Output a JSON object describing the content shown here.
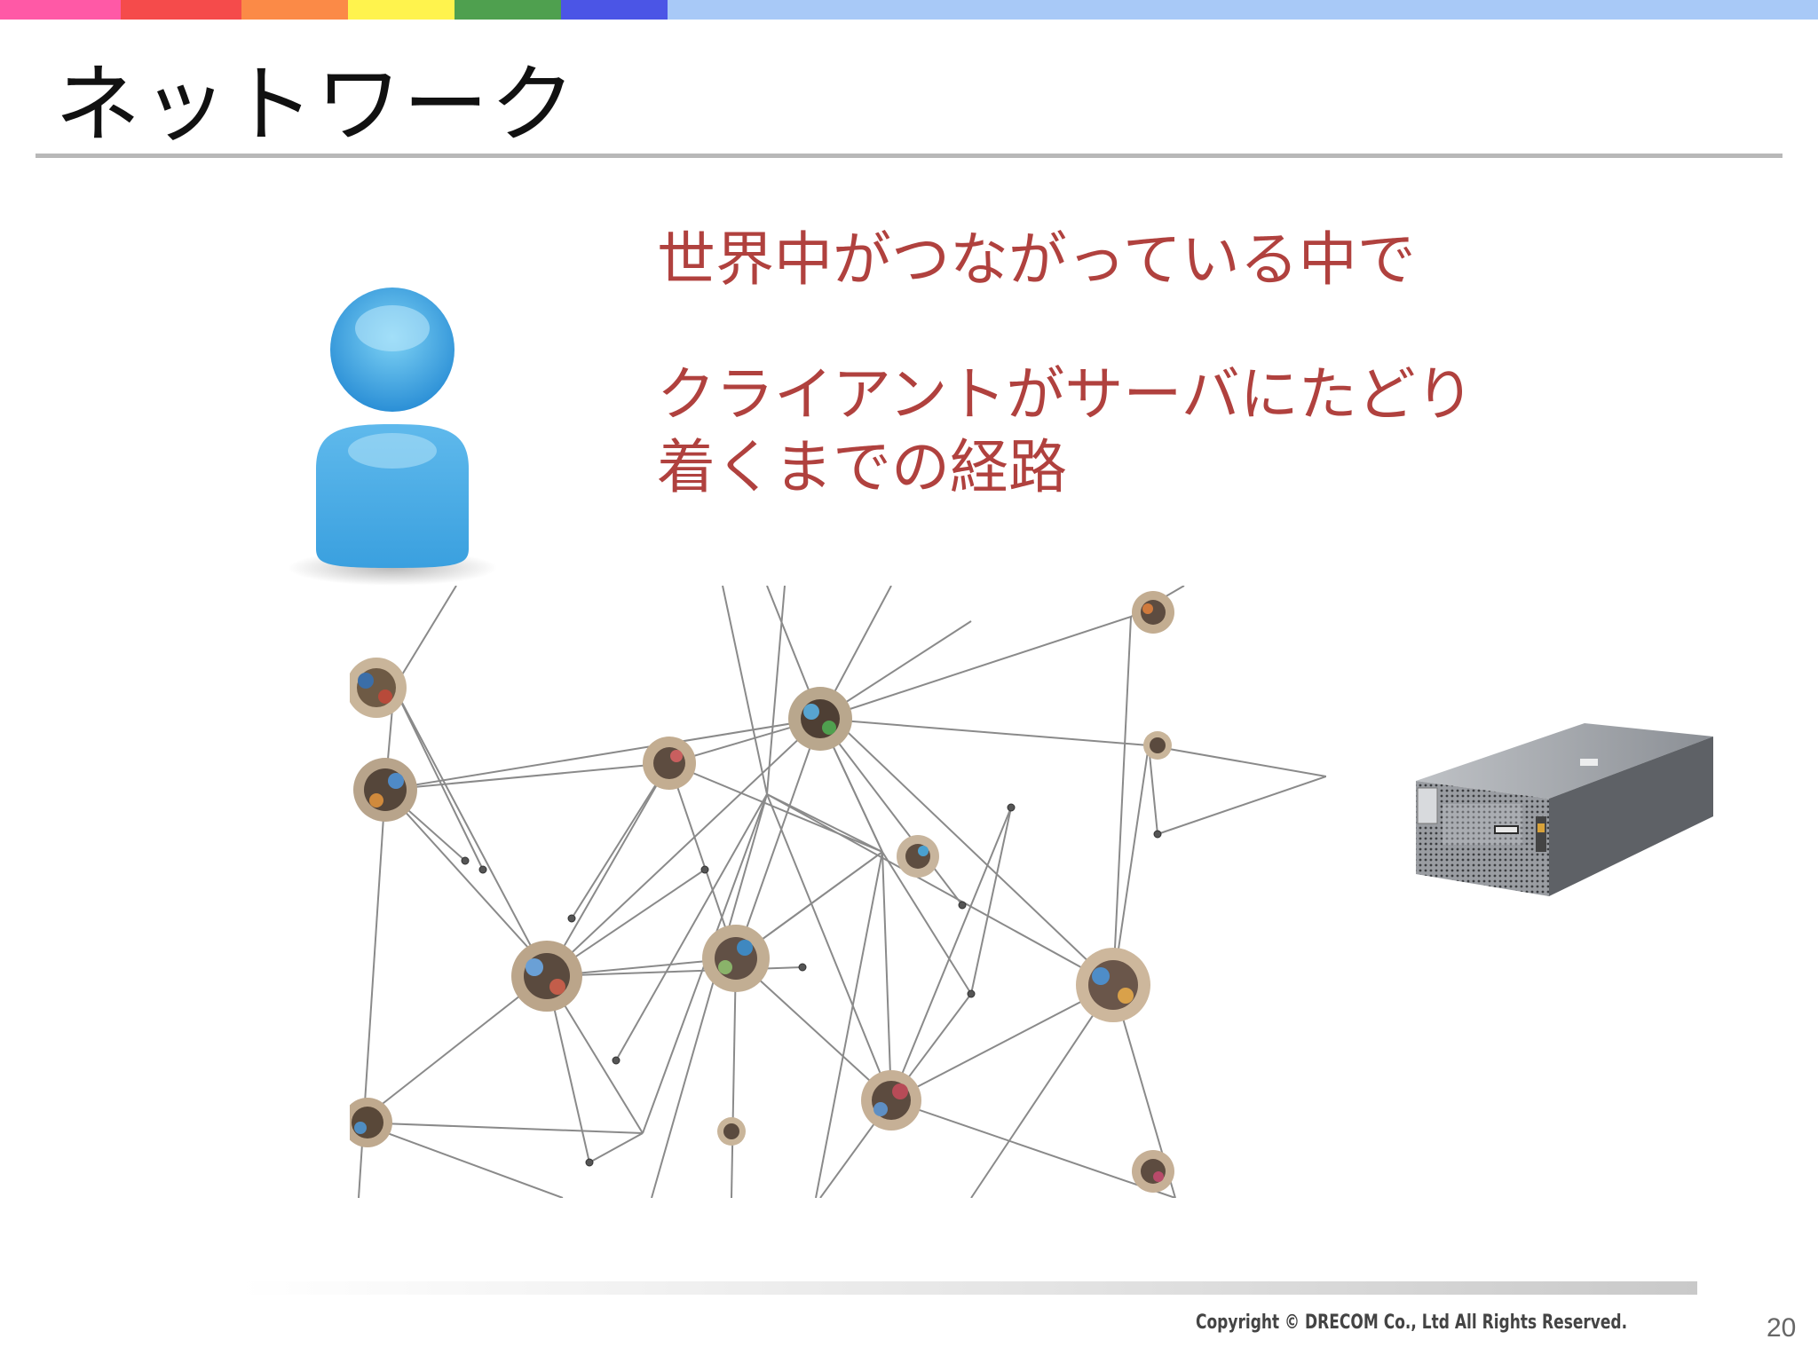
{
  "header": {
    "color_bar": [
      "#ff59a6",
      "#f54b4b",
      "#fb8a47",
      "#fff34d",
      "#4fa04f",
      "#4b55e6",
      "#a8c9f7"
    ],
    "title": "ネットワーク"
  },
  "body": {
    "line1": "世界中がつながっている中で",
    "line2": "クライアントがサーバにたどり",
    "line3": "着くまでの経路"
  },
  "images": {
    "user": "user-icon",
    "network": "network-graph-image",
    "server": "rack-server-image"
  },
  "footer": {
    "copyright": "Copyright © DRECOM Co., Ltd All Rights Reserved.",
    "page_number": "20"
  },
  "colors": {
    "body_text": "#b0413e",
    "title_text": "#111111",
    "user_icon": "#3fa9e0"
  }
}
